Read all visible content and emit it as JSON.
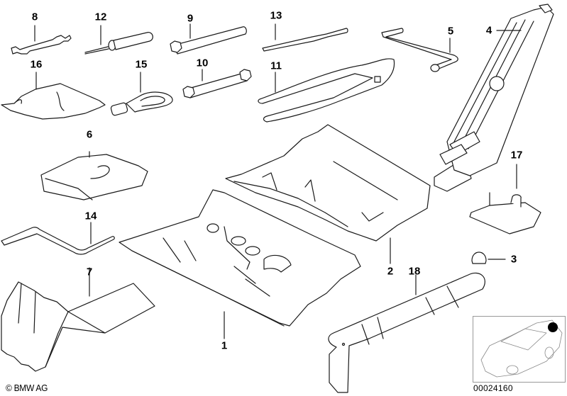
{
  "diagram": {
    "title": "Tool kit / toolbox insert parts diagram",
    "callouts": [
      {
        "id": "1",
        "part": "toolbox-insert-front"
      },
      {
        "id": "2",
        "part": "toolbox-insert-rear"
      },
      {
        "id": "3",
        "part": "cap-nut"
      },
      {
        "id": "4",
        "part": "car-jack"
      },
      {
        "id": "5",
        "part": "wheel-brace"
      },
      {
        "id": "6",
        "part": "tool-bag"
      },
      {
        "id": "7",
        "part": "wheel-chock"
      },
      {
        "id": "8",
        "part": "open-end-wrench"
      },
      {
        "id": "9",
        "part": "box-wrench-long"
      },
      {
        "id": "10",
        "part": "box-wrench-short"
      },
      {
        "id": "11",
        "part": "water-pump-pliers"
      },
      {
        "id": "12",
        "part": "screwdriver"
      },
      {
        "id": "13",
        "part": "spark-plug-wrench"
      },
      {
        "id": "14",
        "part": "hook-wrench"
      },
      {
        "id": "15",
        "part": "towing-eye"
      },
      {
        "id": "16",
        "part": "gloves-cloth"
      },
      {
        "id": "17",
        "part": "jack-holder"
      },
      {
        "id": "18",
        "part": "warning-triangle"
      }
    ],
    "copyright": "© BMW AG",
    "document_id": "00024160",
    "locator": {
      "description": "car silhouette with rear trunk highlighted",
      "marker_color": "#000000"
    }
  },
  "colors": {
    "line": "#1a1a1a",
    "fill": "#ffffff",
    "shade": "#e6e6e6"
  }
}
